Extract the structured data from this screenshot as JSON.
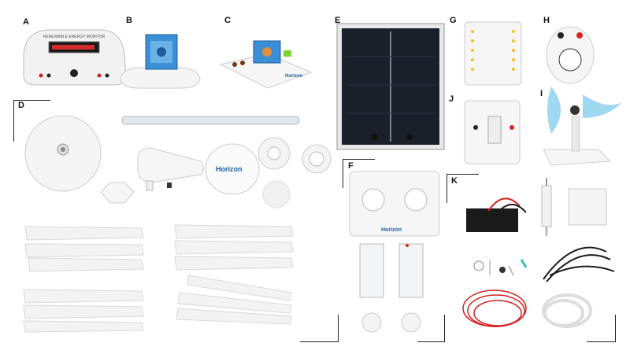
{
  "labels": {
    "a": "A",
    "b": "B",
    "c": "C",
    "d": "D",
    "e": "E",
    "f": "F",
    "g": "G",
    "h": "H",
    "i": "I",
    "j": "J",
    "k": "K"
  },
  "monitor": {
    "title": "RENEWABLE ENERGY MONITOR"
  },
  "brand": {
    "name": "Horizon"
  },
  "colors": {
    "solar_panel": "#1b1f2a",
    "fuel_cell_blue": "#3b8fd6",
    "display_red": "#d12b2b",
    "fan_blue": "#8fd0ee",
    "wire_red": "#d42020",
    "wire_black": "#1a1a1a",
    "plastic_white": "#f4f4f4"
  }
}
